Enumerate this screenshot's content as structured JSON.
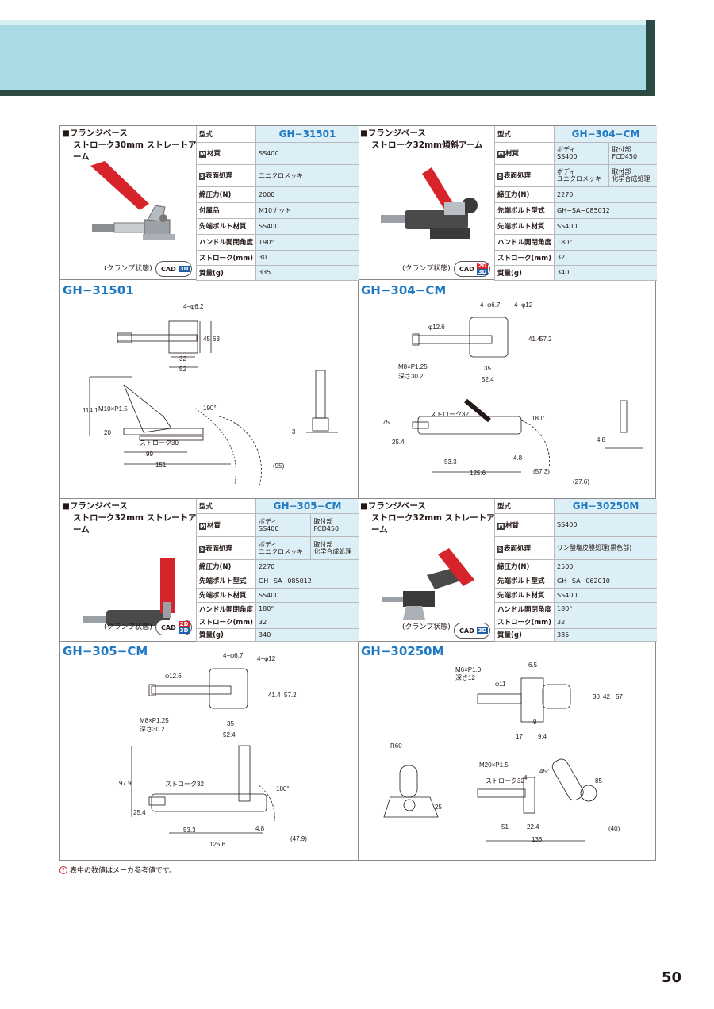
{
  "page_number": "50",
  "note": "表中の数値はメーカ参考値です。",
  "labels": {
    "model": "型式",
    "material": "材質",
    "surface": "表面処理",
    "force": "締圧力(N)",
    "accessory": "付属品",
    "bolt_type": "先端ボルト型式",
    "bolt_material": "先端ボルト材質",
    "handle_angle": "ハンドル開閉角度",
    "stroke": "ストローク(mm)",
    "mass": "質量(g)",
    "material_badge": "M",
    "surface_badge": "S",
    "clamp_state": "(クランプ状態)",
    "cad": "CAD",
    "cad_2d": "2D",
    "cad_3d": "3D"
  },
  "products": [
    {
      "title_line1": "■フランジベース",
      "title_line2": "ストローク30mm ストレートアーム",
      "model": "GH−31501",
      "drawing_title": "GH−31501",
      "material": "SS400",
      "surface": "ユニクロメッキ",
      "force": "2000",
      "row4_label": "付属品",
      "row4_value": "M10ナット",
      "bolt_material": "SS400",
      "handle_angle": "190°",
      "stroke": "30",
      "mass": "335",
      "cad": "3D",
      "dims": [
        "4−φ6.2",
        "32",
        "52",
        "45",
        "63",
        "114.1",
        "M10×P1.5",
        "20",
        "ストローク30",
        "99",
        "151",
        "(95)",
        "3",
        "190°"
      ]
    },
    {
      "title_line1": "■フランジベース",
      "title_line2": "ストローク32mm傾斜アーム",
      "model": "GH−304−CM",
      "drawing_title": "GH−304−CM",
      "material_a": "ボディ\nSS400",
      "material_b": "取付部\nFCD450",
      "surface_a": "ボディ\nユニクロメッキ",
      "surface_b": "取付部\n化学合成処理",
      "force": "2270",
      "row4_label": "先端ボルト型式",
      "row4_value": "GH−SA−085012",
      "bolt_material": "SS400",
      "handle_angle": "180°",
      "stroke": "32",
      "mass": "340",
      "cad": "2D3D",
      "dims": [
        "4−φ6.7",
        "4−φ12",
        "φ12.6",
        "41.4",
        "57.2",
        "M8×P1.25",
        "深さ30.2",
        "35",
        "52.4",
        "75",
        "25.4",
        "ストローク32",
        "53.3",
        "125.6",
        "(57.3)",
        "4.8",
        "(27.6)",
        "180°",
        "4.8"
      ]
    },
    {
      "title_line1": "■フランジベース",
      "title_line2": "ストローク32mm ストレートアーム",
      "model": "GH−305−CM",
      "drawing_title": "GH−305−CM",
      "material_a": "ボディ\nSS400",
      "material_b": "取付部\nFCD450",
      "surface_a": "ボディ\nユニクロメッキ",
      "surface_b": "取付部\n化学合成処理",
      "force": "2270",
      "row4_label": "先端ボルト型式",
      "row4_value": "GH−SA−085012",
      "bolt_material": "SS400",
      "handle_angle": "180°",
      "stroke": "32",
      "mass": "340",
      "cad": "2D3D",
      "dims": [
        "4−φ6.7",
        "4−φ12",
        "φ12.6",
        "41.4",
        "57.2",
        "M8×P1.25",
        "深さ30.2",
        "35",
        "52.4",
        "97.9",
        "ストローク32",
        "25.4",
        "53.3",
        "125.6",
        "4.8",
        "(47.9)",
        "180°"
      ]
    },
    {
      "title_line1": "■フランジベース",
      "title_line2": "ストローク32mm ストレートアーム",
      "model": "GH−30250M",
      "drawing_title": "GH−30250M",
      "material": "SS400",
      "surface": "リン酸塩皮膜処理(黒色部)",
      "force": "2500",
      "row4_label": "先端ボルト型式",
      "row4_value": "GH−SA−062010",
      "bolt_material": "SS400",
      "handle_angle": "180°",
      "stroke": "32",
      "mass": "385",
      "cad": "3D",
      "dims": [
        "6.5",
        "M6×P1.0",
        "深さ12",
        "φ11",
        "30",
        "42",
        "57",
        "9",
        "17",
        "9.4",
        "R60",
        "25",
        "M20×P1.5",
        "ストローク32",
        "4",
        "45°",
        "85",
        "51",
        "22.4",
        "136",
        "(40)"
      ]
    }
  ],
  "colors": {
    "banner": "#a9dbe4",
    "banner_dark": "#2c4a44",
    "model_blue": "#1f79c2",
    "value_bg": "#ddeff6",
    "cad_red": "#d7242a",
    "cad_blue": "#1f61a9"
  }
}
